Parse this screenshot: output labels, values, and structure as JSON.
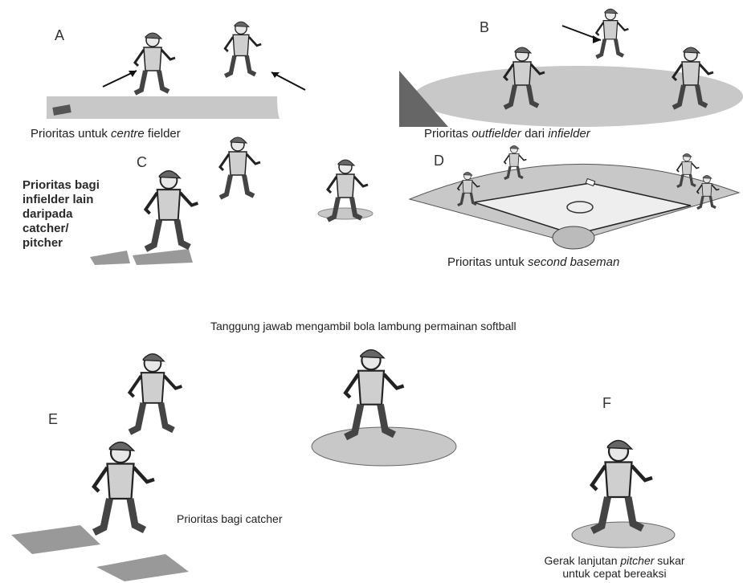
{
  "panels": {
    "A": {
      "letter": "A",
      "caption_pre": "Prioritas untuk ",
      "caption_em": "centre",
      "caption_post": " fielder"
    },
    "B": {
      "letter": "B",
      "caption_pre": "Prioritas ",
      "caption_em": "outfielder",
      "caption_mid": " dari ",
      "caption_em2": "infielder"
    },
    "C": {
      "letter": "C",
      "caption_lines": [
        "Prioritas bagi",
        "infielder lain",
        "daripada",
        "catcher/",
        "pitcher"
      ]
    },
    "D": {
      "letter": "D",
      "caption_pre": "Prioritas untuk ",
      "caption_em": "second baseman"
    },
    "E": {
      "letter": "E",
      "caption": "Prioritas bagi catcher"
    },
    "F": {
      "letter": "F",
      "caption_pre": "Gerak lanjutan ",
      "caption_em": "pitcher",
      "caption_post": " sukar",
      "caption_line2": "untuk cepat bereaksi"
    }
  },
  "main_title": "Tanggung jawab mengambil bola lambung permainan softball",
  "colors": {
    "field": "#c8c8c8",
    "dark": "#555555",
    "line": "#222222"
  }
}
